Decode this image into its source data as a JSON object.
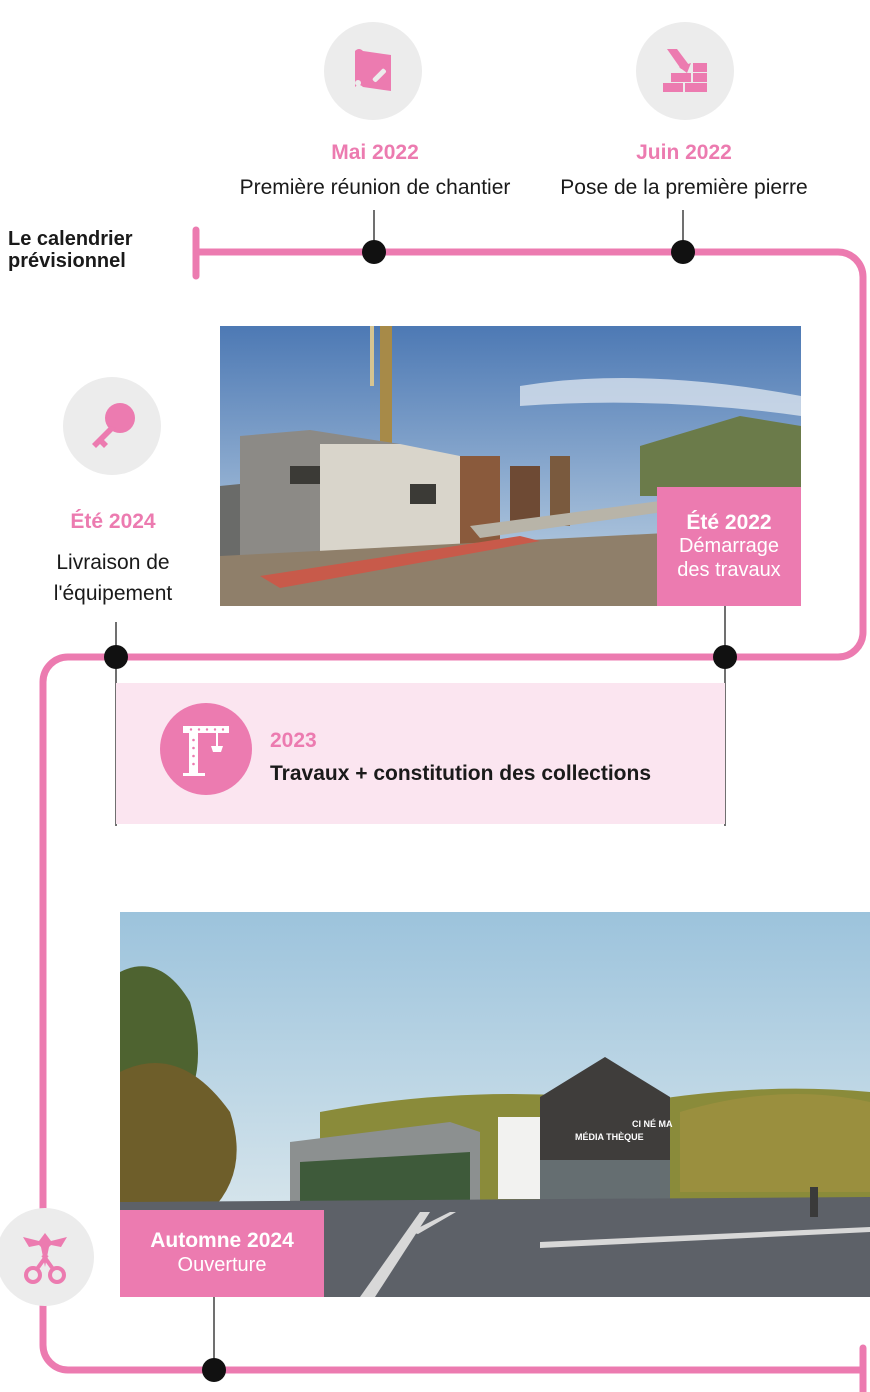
{
  "title": "Le calendrier prévisionnel",
  "colors": {
    "accent": "#ec7bb0",
    "band": "#fbe5f0",
    "icon_bg": "#ececec",
    "dot": "#111111"
  },
  "milestones": [
    {
      "date": "Mai 2022",
      "desc": "Première réunion de chantier",
      "icon": "map-pen-icon"
    },
    {
      "date": "Juin 2022",
      "desc": "Pose de la première pierre",
      "icon": "trowel-bricks-icon"
    },
    {
      "date": "Été 2022",
      "desc_line1": "Démarrage",
      "desc_line2": "des travaux"
    },
    {
      "date": "Été 2024",
      "desc_line1": "Livraison de",
      "desc_line2": "l'équipement",
      "icon": "key-icon"
    },
    {
      "date": "2023",
      "desc": "Travaux + constitution des collections",
      "icon": "crane-icon"
    },
    {
      "date": "Automne 2024",
      "desc": "Ouverture",
      "icon": "scissors-ribbon-icon"
    }
  ],
  "building_sign": {
    "line1": "MÉDIA THÈQUE",
    "line2": "CI NÉ MA"
  }
}
